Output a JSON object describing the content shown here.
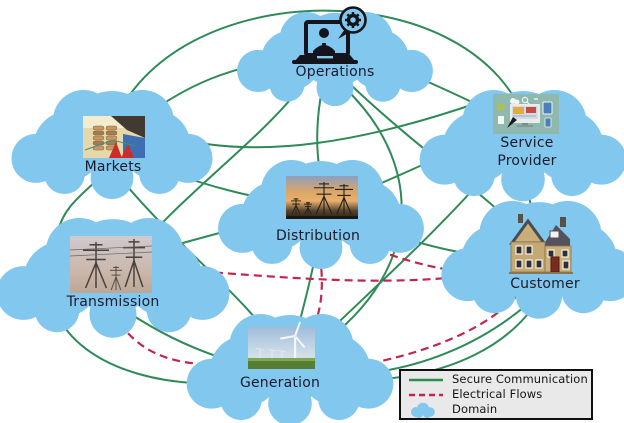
{
  "domains": [
    {
      "id": "operations",
      "label": "Operations",
      "icon": "laptop-user-gear-icon"
    },
    {
      "id": "markets",
      "label": "Markets",
      "icon": "money-chart-photo"
    },
    {
      "id": "service_provider",
      "label": "Service Provider",
      "icon": "it-services-illustration"
    },
    {
      "id": "distribution",
      "label": "Distribution",
      "icon": "power-lines-sunset-photo"
    },
    {
      "id": "transmission",
      "label": "Transmission",
      "icon": "transmission-towers-photo"
    },
    {
      "id": "customer",
      "label": "Customer",
      "icon": "house-illustration"
    },
    {
      "id": "generation",
      "label": "Generation",
      "icon": "wind-turbines-photo"
    }
  ],
  "legend": {
    "items": [
      {
        "id": "secure",
        "label": "Secure Communication",
        "swatch": "solid-line"
      },
      {
        "id": "electrical",
        "label": "Electrical Flows",
        "swatch": "dashed-line"
      },
      {
        "id": "domain",
        "label": "Domain",
        "swatch": "cloud"
      }
    ]
  },
  "colors": {
    "cloud": "#82C7EE",
    "secure_communication": "#2E8B57",
    "electrical_flows": "#C2254E",
    "label_text": "#1B1B2B",
    "icon_ink": "#14141C",
    "legend_bg": "#E9E9E9",
    "legend_border": "#101010",
    "legend_text": "#141414"
  },
  "connections": {
    "secure_communication": [
      [
        "markets",
        "service_provider"
      ],
      [
        "markets",
        "service_provider",
        "low"
      ],
      [
        "markets",
        "operations"
      ],
      [
        "markets",
        "transmission"
      ],
      [
        "markets",
        "distribution"
      ],
      [
        "markets",
        "generation"
      ],
      [
        "operations",
        "service_provider"
      ],
      [
        "operations",
        "transmission"
      ],
      [
        "operations",
        "distribution"
      ],
      [
        "operations",
        "customer"
      ],
      [
        "operations",
        "generation"
      ],
      [
        "service_provider",
        "customer"
      ],
      [
        "service_provider",
        "distribution"
      ],
      [
        "service_provider",
        "generation"
      ],
      [
        "transmission",
        "distribution"
      ],
      [
        "transmission",
        "generation"
      ],
      [
        "transmission",
        "customer"
      ],
      [
        "distribution",
        "generation"
      ],
      [
        "distribution",
        "customer"
      ],
      [
        "generation",
        "customer"
      ]
    ],
    "electrical_flows": [
      [
        "transmission",
        "generation"
      ],
      [
        "transmission",
        "customer"
      ],
      [
        "distribution",
        "generation"
      ],
      [
        "distribution",
        "customer"
      ],
      [
        "generation",
        "customer"
      ]
    ]
  }
}
